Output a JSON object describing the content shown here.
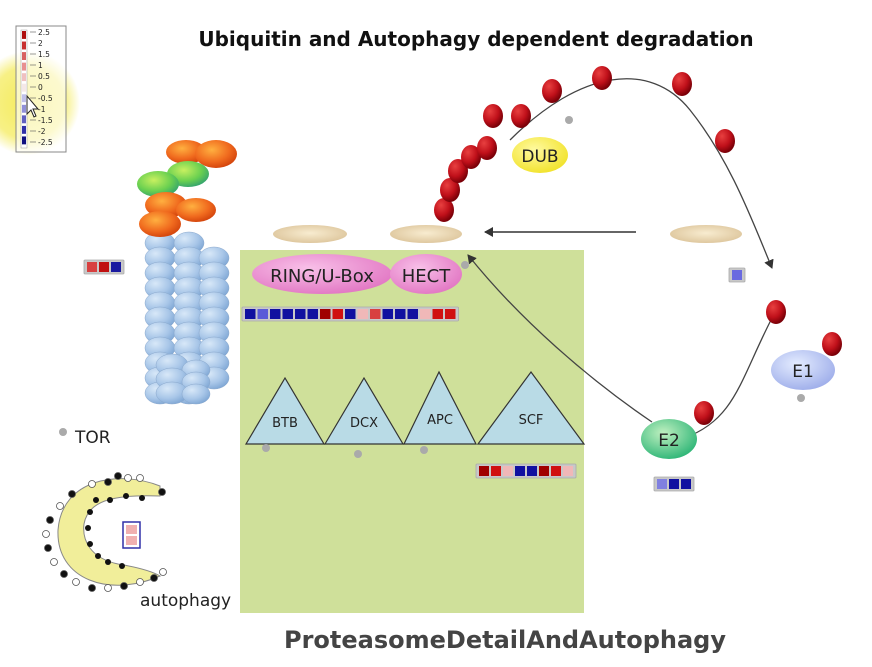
{
  "title": "Ubiquitin and Autophagy dependent degradation",
  "footer": "ProteasomeDetailAndAutophagy",
  "legend": {
    "labels": [
      "2.5",
      "2",
      "1.5",
      "1",
      "0.5",
      "0",
      "-0.5",
      "-1",
      "-1.5",
      "-2",
      "-2.5"
    ],
    "colors": [
      "#b01010",
      "#c83030",
      "#d86060",
      "#e89090",
      "#f0c0c0",
      "#f5e8e8",
      "#c0c0ea",
      "#9090d8",
      "#6060c0",
      "#3030a8",
      "#101080"
    ]
  },
  "labels": {
    "dub": "DUB",
    "ring": "RING/U-Box",
    "hect": "HECT",
    "btb": "BTB",
    "dcx": "DCX",
    "apc": "APC",
    "scf": "SCF",
    "e1": "E1",
    "e2": "E2",
    "tor": "TOR",
    "autophagy": "autophagy"
  },
  "heatmaps": {
    "proteasome_side": [
      "#d84040",
      "#c01010",
      "#1a1aa0"
    ],
    "e1_side": [
      "#6a6ae0"
    ],
    "ring_hect": [
      "#1010a0",
      "#5a5ad8",
      "#1010a0",
      "#1010a0",
      "#1010a0",
      "#1010a0",
      "#a00000",
      "#d01010",
      "#1010a0",
      "#f0b8b8",
      "#d84040",
      "#1010a0",
      "#1010a0",
      "#1010a0",
      "#f0b8b8",
      "#d01010",
      "#d01010"
    ],
    "scf": [
      "#a00000",
      "#d01010",
      "#f0b8b8",
      "#1010a0",
      "#1010a0",
      "#a00000",
      "#d01010",
      "#f0b8b8"
    ],
    "e2": [
      "#8080e0",
      "#1010a0",
      "#1010a0"
    ],
    "autophagy": [
      "#f0b0b0",
      "#f0b0b0"
    ]
  },
  "colors": {
    "ubiquitin": "#c0101a",
    "substrate_box": "#cfe09a",
    "ring_hect": "#ee88cc",
    "dub": "#f3ec30",
    "e1": "#a7b5ee",
    "e2": "#3fbf73",
    "autophagosome": "#f1ee9a",
    "proteasome": "#9fc3e6",
    "ligase_triangle": "#b9dbe6",
    "cursor_highlight": "#f4ea52"
  },
  "icons": [
    "cursor-arrow-icon"
  ]
}
